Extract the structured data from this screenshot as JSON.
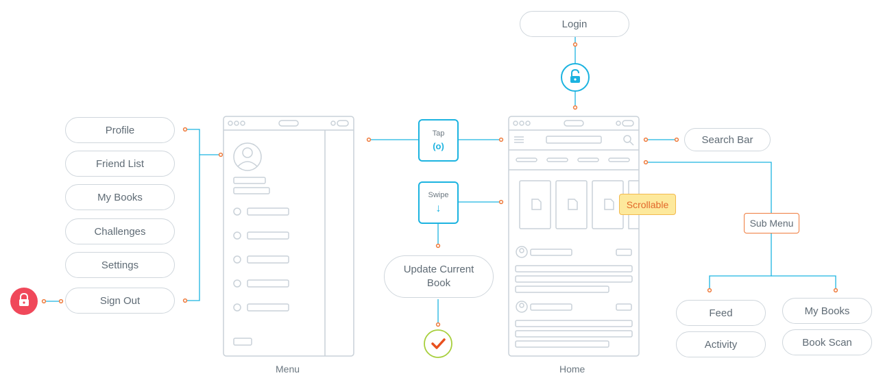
{
  "menu_items": [
    "Profile",
    "Friend List",
    "My Books",
    "Challenges",
    "Settings",
    "Sign Out"
  ],
  "login_label": "Login",
  "search_bar_label": "Search Bar",
  "tap_label": "Tap",
  "tap_glyph": "(o)",
  "swipe_label": "Swipe",
  "swipe_glyph": "↓",
  "update_label_line1": "Update Current",
  "update_label_line2": "Book",
  "scrollable_label": "Scrollable",
  "sub_menu_label": "Sub Menu",
  "sub_menu_items": [
    "Feed",
    "Activity",
    "My Books",
    "Book Scan"
  ],
  "menu_caption": "Menu",
  "home_caption": "Home",
  "colors": {
    "connector_cyan": "#1bb3e0",
    "connector_dot": "#ef7a3b",
    "lock_red": "#f0485a",
    "check_green": "#a7cf3c",
    "check_mark": "#e8501e",
    "wire_gray": "#c9d1d8"
  }
}
